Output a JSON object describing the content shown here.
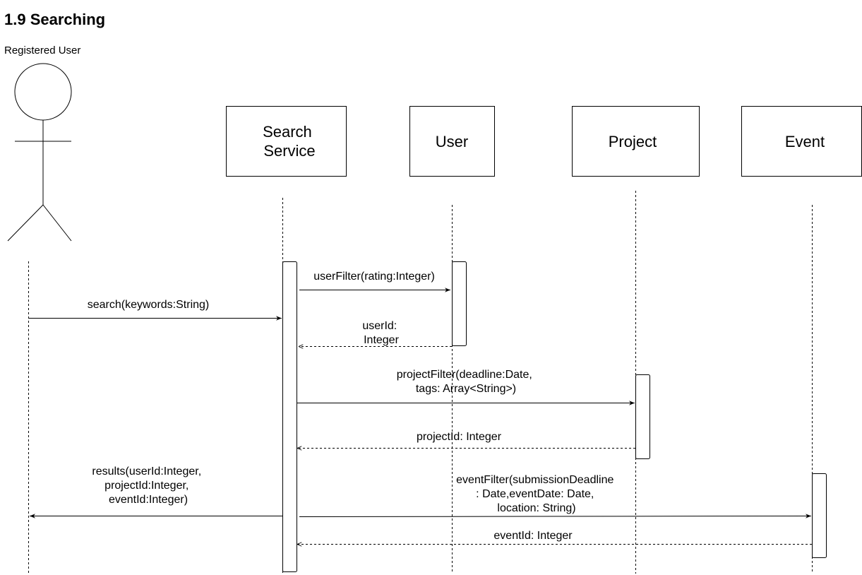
{
  "title": "1.9 Searching",
  "actor": {
    "label": "Registered User"
  },
  "participants": {
    "search_service": [
      "Search",
      "Service"
    ],
    "user": [
      "User"
    ],
    "project": [
      "Project"
    ],
    "event": [
      "Event"
    ]
  },
  "messages": {
    "search": [
      "search(keywords:String)"
    ],
    "user_filter": [
      "userFilter(rating:Integer)"
    ],
    "user_id_return": [
      "userId:",
      "Integer"
    ],
    "project_filter": [
      "projectFilter(deadline:Date,",
      "tags: Array<String>)"
    ],
    "project_id_return": [
      "projectId: Integer"
    ],
    "event_filter": [
      "eventFilter(submissionDeadline",
      ": Date,eventDate: Date,",
      "location: String)"
    ],
    "event_id_return": [
      "eventId: Integer"
    ],
    "results": [
      "results(userId:Integer,",
      "projectId:Integer,",
      "eventId:Integer)"
    ]
  }
}
